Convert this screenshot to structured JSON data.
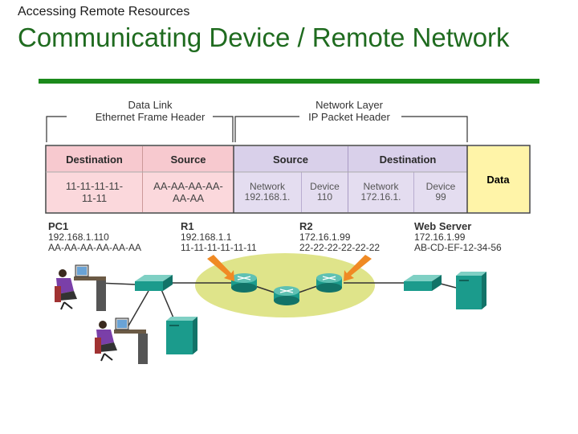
{
  "slide": {
    "subtitle": "Accessing Remote Resources",
    "title": "Communicating Device / Remote Network"
  },
  "headers": {
    "data_link_line1": "Data Link",
    "data_link_line2": "Ethernet Frame Header",
    "network_line1": "Network Layer",
    "network_line2": "IP Packet Header"
  },
  "table": {
    "eth_destination": "Destination",
    "eth_source": "Source",
    "ip_source": "Source",
    "ip_destination": "Destination",
    "data": "Data",
    "eth_dst_val_1": "11-11-11-11-",
    "eth_dst_val_2": "11-11",
    "eth_src_val_1": "AA-AA-AA-AA-",
    "eth_src_val_2": "AA-AA",
    "ip_src_network_label": "Network",
    "ip_src_network_value": "192.168.1.",
    "ip_src_device_label": "Device",
    "ip_src_device_value": "110",
    "ip_dst_network_label": "Network",
    "ip_dst_network_value": "172.16.1.",
    "ip_dst_device_label": "Device",
    "ip_dst_device_value": "99"
  },
  "nodes": {
    "pc1": {
      "name": "PC1",
      "ip": "192.168.1.110",
      "mac": "AA-AA-AA-AA-AA-AA"
    },
    "r1": {
      "name": "R1",
      "ip": "192.168.1.1",
      "mac": "11-11-11-11-11-11"
    },
    "r2": {
      "name": "R2",
      "ip": "172.16.1.99",
      "mac": "22-22-22-22-22-22"
    },
    "web": {
      "name": "Web Server",
      "ip": "172.16.1.99",
      "mac": "AB-CD-EF-12-34-56"
    }
  },
  "colors": {
    "title": "#1f6b1f",
    "rule": "#1c8a1c",
    "ethernet_cells": "#f7c9cf",
    "ip_cells": "#d9d0ea",
    "data_cell": "#fff4a8",
    "cloud": "#dfe48a",
    "device_teal": "#1b9b8c",
    "arrow": "#f08a24"
  },
  "icons": [
    "person-at-desk-icon",
    "switch-icon",
    "router-icon",
    "server-icon",
    "wan-cloud-icon",
    "pointer-arrow-icon"
  ]
}
